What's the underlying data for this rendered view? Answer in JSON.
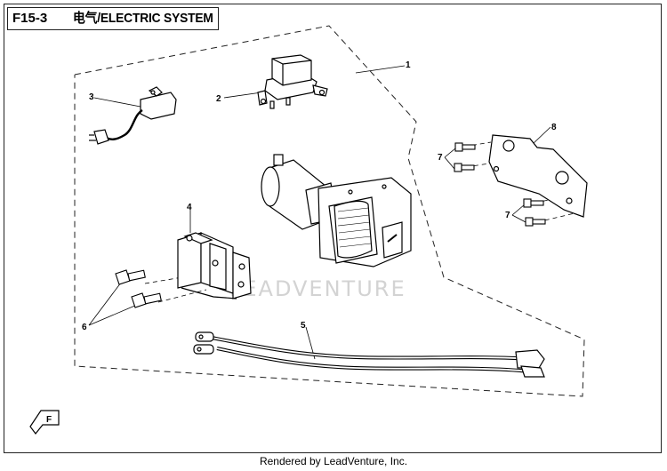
{
  "header": {
    "page_code": "F15-3",
    "title": "电气/ELECTRIC SYSTEM"
  },
  "watermark": "LEADVENTURE",
  "footer": "Rendered by LeadVenture, Inc.",
  "callouts": {
    "c1": "1",
    "c2": "2",
    "c3": "3",
    "c4": "4",
    "c5": "5",
    "c6": "6",
    "c7a": "7",
    "c7b": "7",
    "c8": "8"
  },
  "direction_marker": "F"
}
